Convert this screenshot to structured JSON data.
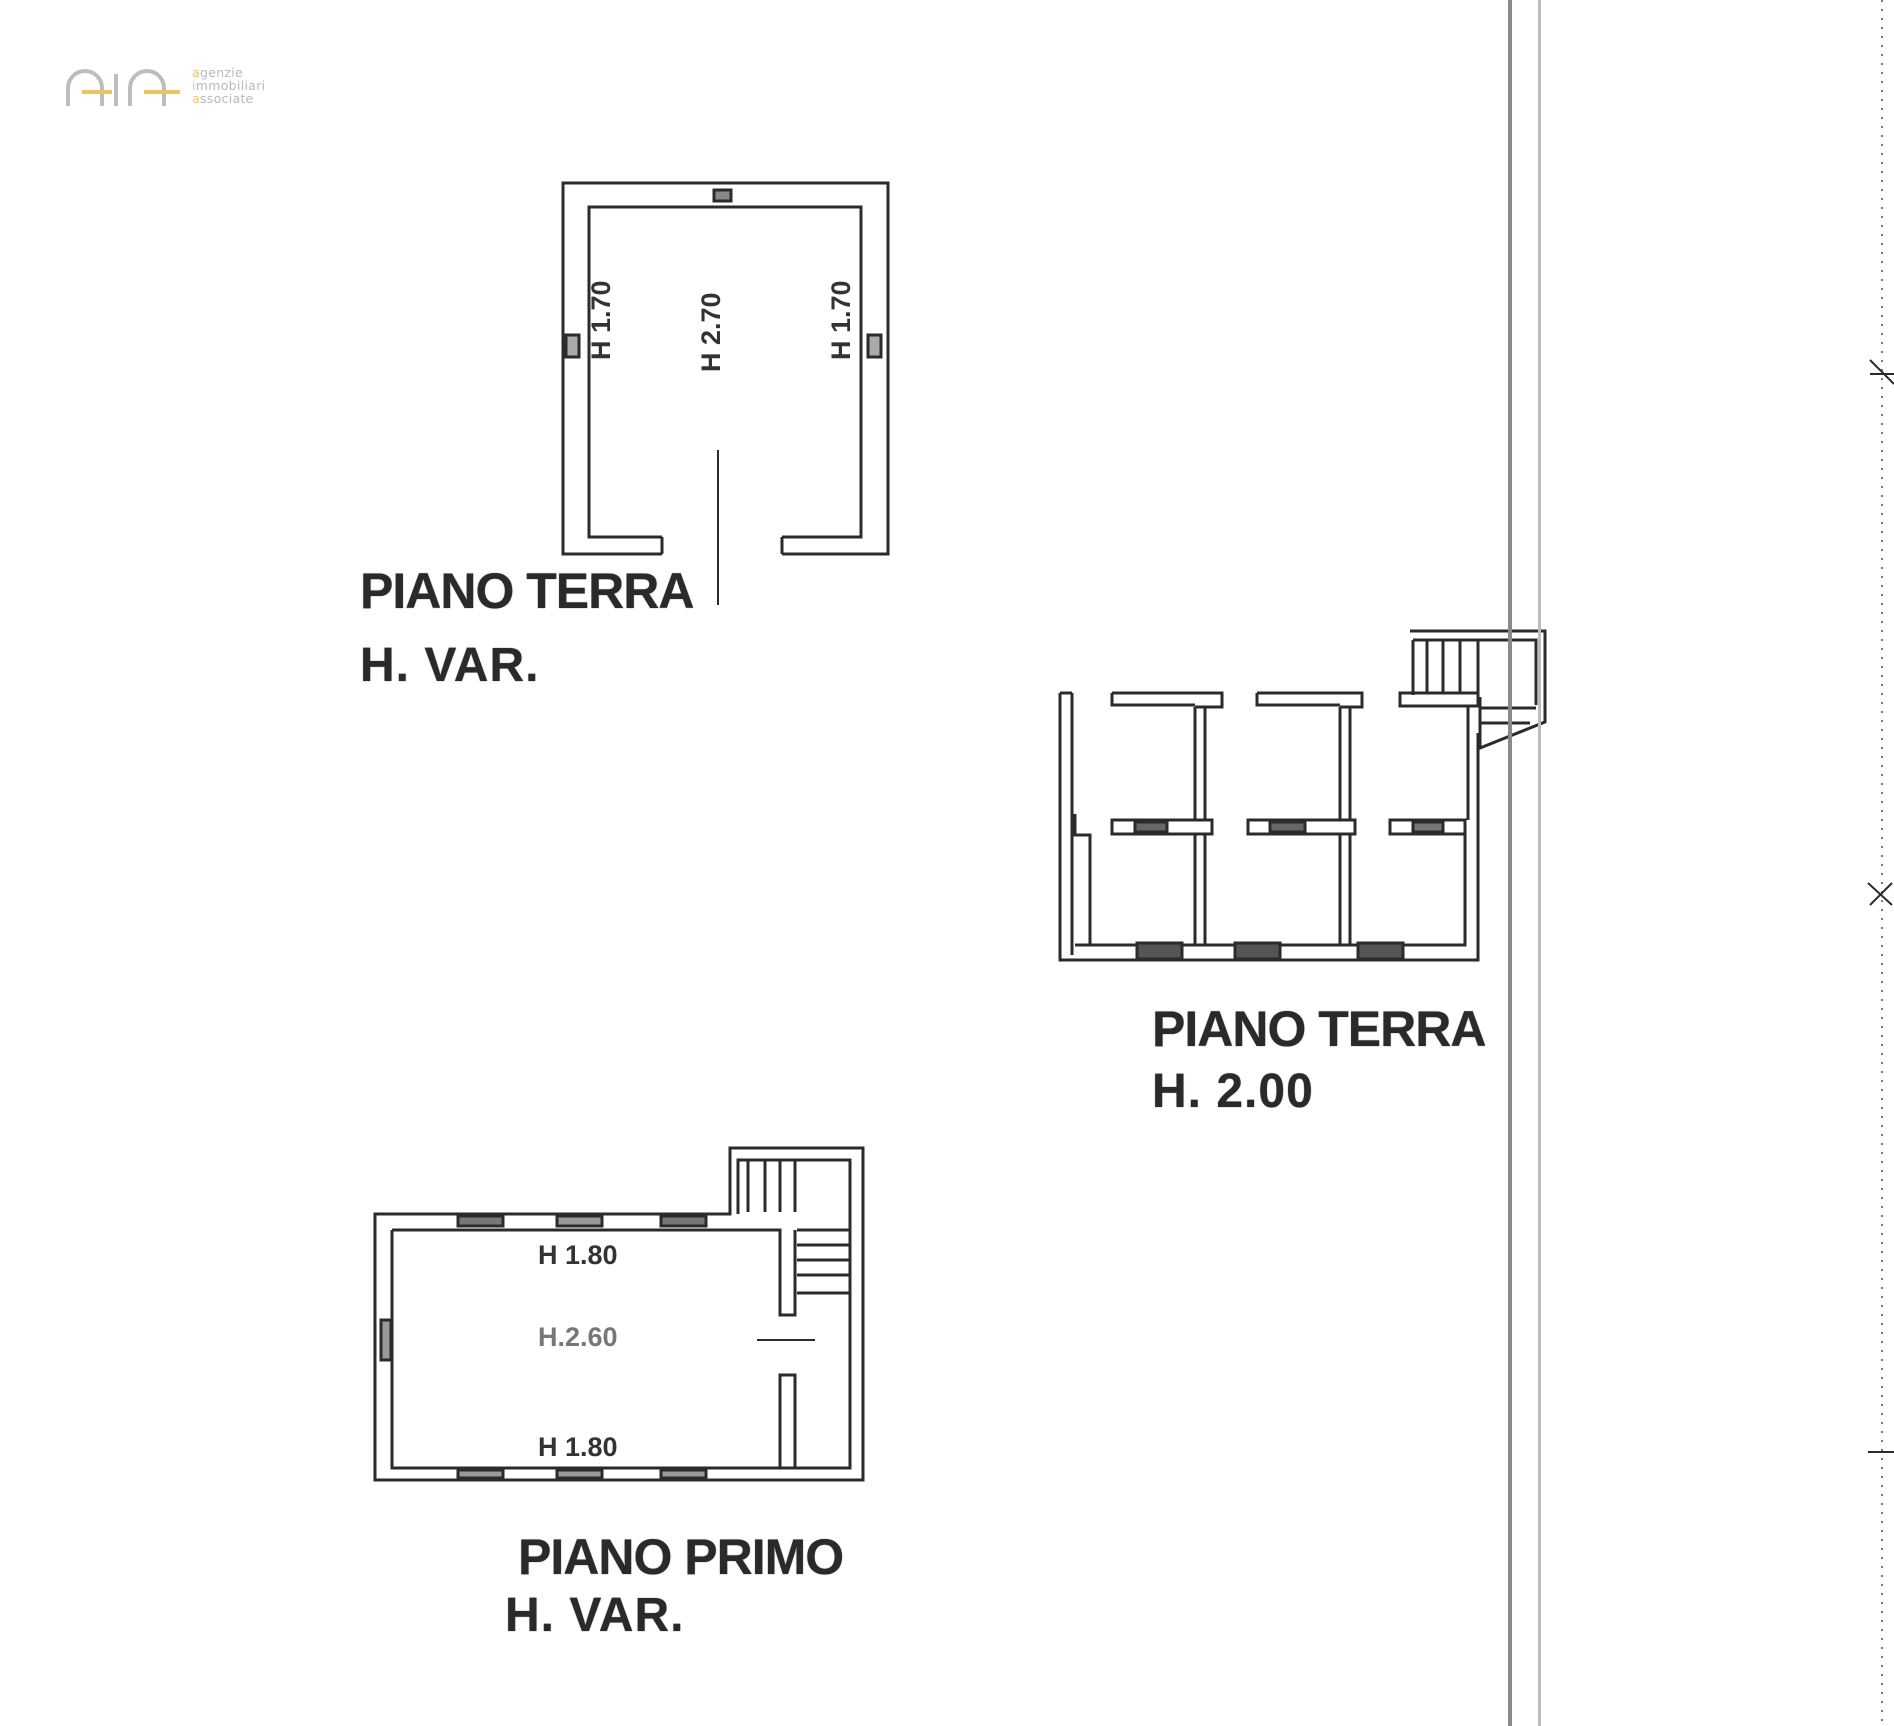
{
  "logo": {
    "brand_initials": "AIA",
    "lines": [
      {
        "initial": "a",
        "rest": "genzie"
      },
      {
        "initial": "i",
        "rest": "mmobiliari"
      },
      {
        "initial": "a",
        "rest": "ssociate"
      }
    ],
    "colors": {
      "arch": "#b8b8b8",
      "accent": "#f0c45c",
      "text": "#b9b9b9"
    }
  },
  "plans": [
    {
      "id": "plan-piano-terra-var",
      "title": "PIANO TERRA",
      "height_label": "H. VAR.",
      "room_heights": [
        "H 1.70",
        "H 2.70",
        "H 1.70"
      ]
    },
    {
      "id": "plan-piano-terra-200",
      "title": "PIANO TERRA",
      "height_label": "H. 2.00",
      "room_heights": []
    },
    {
      "id": "plan-piano-primo",
      "title": "PIANO PRIMO",
      "height_label": "H. VAR.",
      "room_heights": [
        "H 1.80",
        "H.2.60",
        "H 1.80"
      ]
    }
  ],
  "colors": {
    "wall": "#2b2b2b",
    "background": "#ffffff",
    "margin_line_dark": "#8a8a8a",
    "margin_line_light": "#bdbdbd"
  }
}
